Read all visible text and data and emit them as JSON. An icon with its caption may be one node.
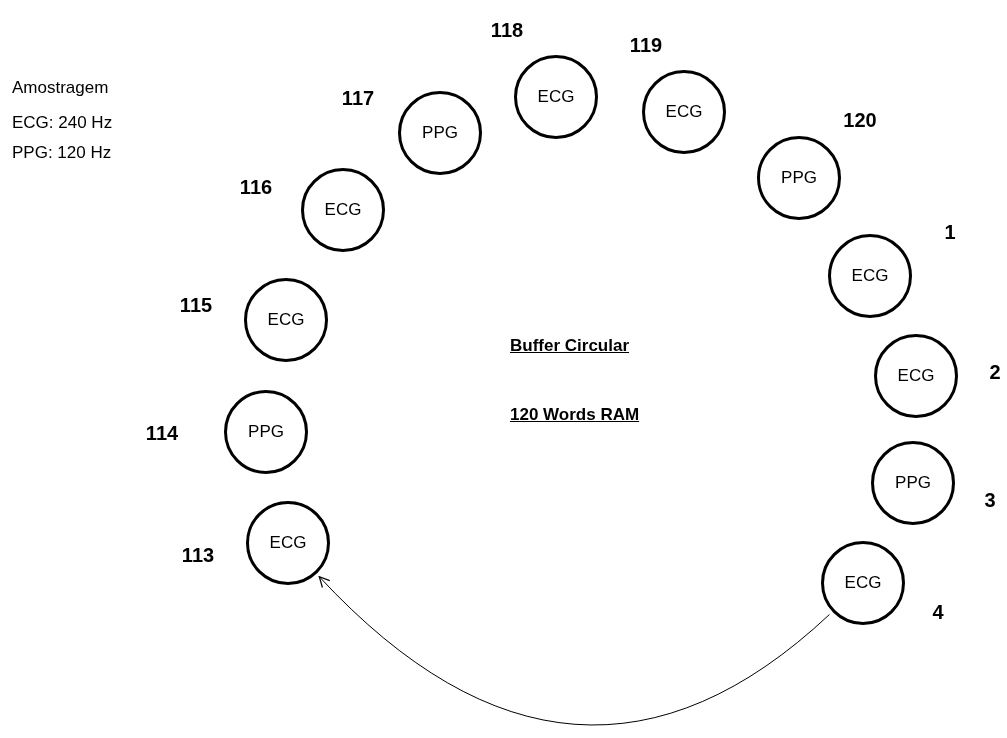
{
  "diagram": {
    "nodes": [
      {
        "text": [
          "ECG"
        ],
        "beside": [
          "113"
        ]
      },
      {
        "text": [
          "PPG"
        ],
        "beside": [
          "114"
        ]
      },
      {
        "text": [
          "ECG"
        ],
        "beside": [
          "115"
        ]
      },
      {
        "text": [
          "ECG"
        ],
        "beside": [
          "116"
        ]
      },
      {
        "text": [
          "PPG"
        ],
        "beside": [
          "117"
        ]
      },
      {
        "text": [
          "ECG"
        ],
        "beside": [
          "118"
        ]
      },
      {
        "text": [
          "ECG"
        ],
        "beside": [
          "119"
        ]
      },
      {
        "text": [
          "PPG"
        ],
        "beside": [
          "120"
        ]
      },
      {
        "text": [
          "ECG"
        ],
        "beside": [
          "1"
        ]
      },
      {
        "text": [
          "ECG"
        ],
        "beside": [
          "2"
        ]
      },
      {
        "text": [
          "PPG"
        ],
        "beside": [
          "3"
        ]
      },
      {
        "text": [
          "ECG"
        ],
        "beside": [
          "4"
        ]
      }
    ],
    "edges": [
      {
        "from": 11,
        "to": 0,
        "arrow": "to"
      }
    ],
    "labels": [
      "Amostragem",
      "ECG: 240 Hz",
      "PPG: 120 Hz",
      "Buffer Circular",
      "120 Words RAM"
    ]
  }
}
